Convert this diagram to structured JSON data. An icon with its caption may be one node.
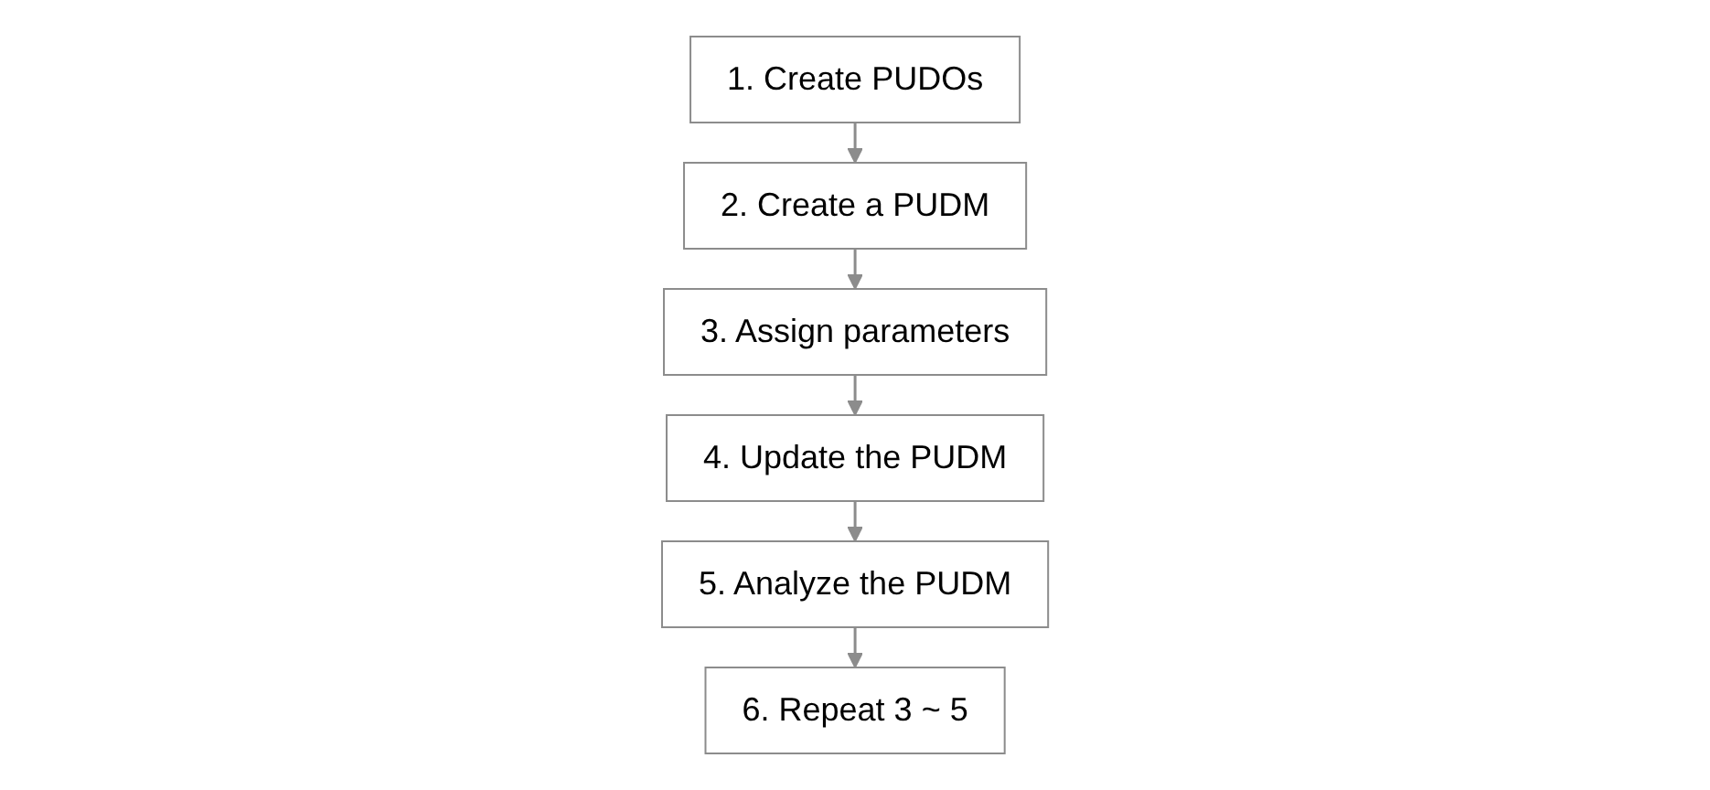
{
  "diagram": {
    "nodes": [
      {
        "text": [
          "1. Create PUDOs"
        ]
      },
      {
        "text": [
          "2. Create a PUDM"
        ]
      },
      {
        "text": [
          "3. Assign parameters"
        ]
      },
      {
        "text": [
          "4. Update the PUDM"
        ]
      },
      {
        "text": [
          "5. Analyze the PUDM"
        ]
      },
      {
        "text": [
          "6. Repeat 3 ~ 5"
        ]
      }
    ],
    "edges": [
      {
        "from": 0,
        "to": 1,
        "arrow": "to"
      },
      {
        "from": 1,
        "to": 2,
        "arrow": "to"
      },
      {
        "from": 2,
        "to": 3,
        "arrow": "to"
      },
      {
        "from": 3,
        "to": 4,
        "arrow": "to"
      },
      {
        "from": 4,
        "to": 5,
        "arrow": "to"
      }
    ]
  }
}
